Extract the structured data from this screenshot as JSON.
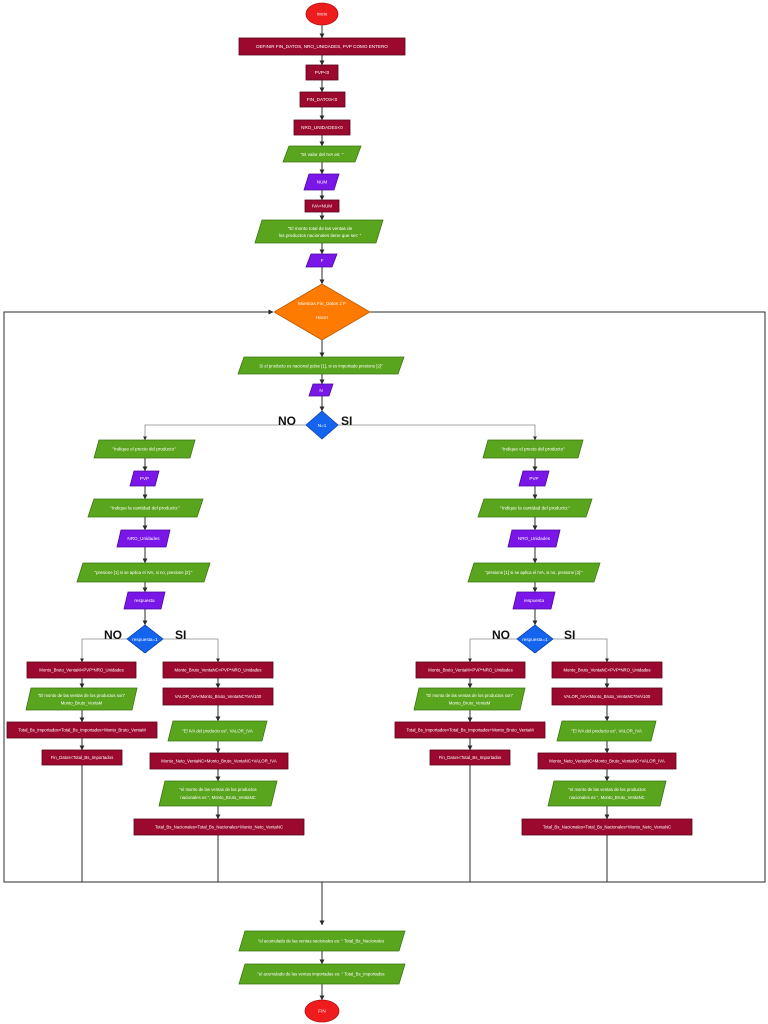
{
  "flow": {
    "inicio": "Inicio",
    "definir": "DEFINIR FIN_DATOS, NRO_UNIDADES, PVP COMO ENTERO",
    "pvp0": "PVP<0",
    "findatos0": "FIN_DATOS<0",
    "nrounid0": "NRO_UNIDADES<0",
    "valor_iva": "\"El valor del IVA es: \"",
    "num": "NUM",
    "iva_num": "IVA<NUM",
    "monto_total_l1": "\"El monto total de las ventas de",
    "monto_total_l2": "los productos nacionales tiene que ser: \"",
    "f_in": "F",
    "mientras_l1": "Mientras Fin_Datos ≠ F",
    "mientras_l2": "Hacer",
    "si_nacional": "Si el producto es nacional pulse [1], si es importado presione [2]\"",
    "n_in": "N",
    "n_eq_1": "N=1",
    "no": "NO",
    "si": "SI",
    "fin": "FIN",
    "acumulado_nac": "\"el acumulado de las ventas nacionales es: \" Total_Bs_Nacionales",
    "acumulado_imp": "\"el acumulado de las ventas importadas es: \" Total_Bs_Importados"
  },
  "branch": {
    "indique_precio": "\"Indique el precio del producto\"",
    "pvp": "PVP",
    "indique_cantidad": "\"Indique la cantidad del producto:\"",
    "nro_unidades": "NRO_Unidades",
    "presione": "\"presione [1] si se aplica el IVA, si no, presione [2]:\"",
    "respuesta": "respuesta",
    "respuesta_eq_1": "respuesta=1",
    "monto_bruto_m": "Monto_Bruto_VentaM<PVP*NRO_Unidades",
    "el_monto_m_l1": "\"El monto de las ventas de los productos son\"",
    "el_monto_m_l2": "Monto_Bruto_VentaM",
    "total_importados": "Total_Bs_Importados<Total_Bs_Importados+Monto_Bruto_VentaM",
    "fin_datos_total": "Fin_Datos<Total_Bs_Importados",
    "monto_bruto_nc": "Monto_Bruto_VentaNC<PVP*NRO_Unidades",
    "valor_iva_calc": "VALOR_IVA<Monto_Bruto_VentaNC*IVA/100",
    "el_iva_producto": "\"El IVA del producto es\", VALOR_IVA",
    "monto_neto": "Monto_Neto_VentaNC<Monto_Bruto_VentaNC+VALOR_IVA",
    "el_monto_nc_l1": "\"el monto de las ventas de los productos",
    "el_monto_nc_l2": "nacionales es \", Monto_Bruto_VentaNC",
    "total_nacionales": "Total_Bs_Nacionales<Total_Bs_Nacionales+Monto_Neto_VentaNC"
  },
  "colors": {
    "process": "#9b0a2e",
    "output": "#5aa51e",
    "input": "#7a16e8",
    "terminal": "#ee1c1c",
    "decision": "#1464f0",
    "loop_decision": "#ff7a00"
  }
}
